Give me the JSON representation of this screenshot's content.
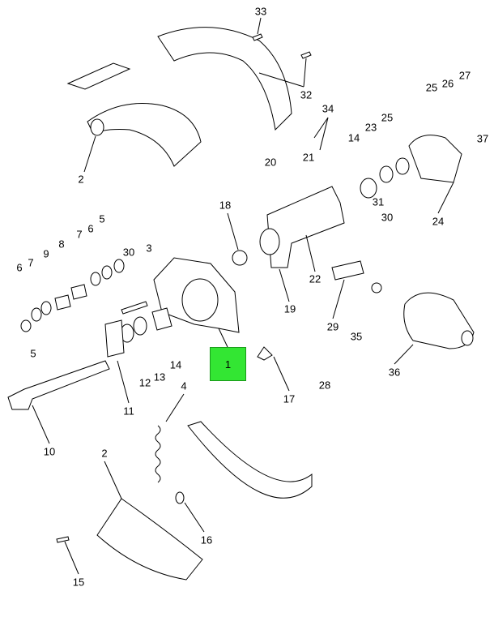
{
  "diagram": {
    "highlighted_callout": "1",
    "highlight_color": "#33e633",
    "callouts": [
      "33",
      "32",
      "34",
      "2",
      "21",
      "20",
      "14",
      "23",
      "25",
      "25",
      "26",
      "27",
      "37",
      "24",
      "18",
      "31",
      "30",
      "3",
      "5",
      "7",
      "6",
      "8",
      "9",
      "7",
      "6",
      "30",
      "22",
      "19",
      "29",
      "35",
      "36",
      "28",
      "5",
      "12",
      "13",
      "14",
      "1",
      "17",
      "11",
      "4",
      "10",
      "2",
      "16",
      "15"
    ]
  }
}
